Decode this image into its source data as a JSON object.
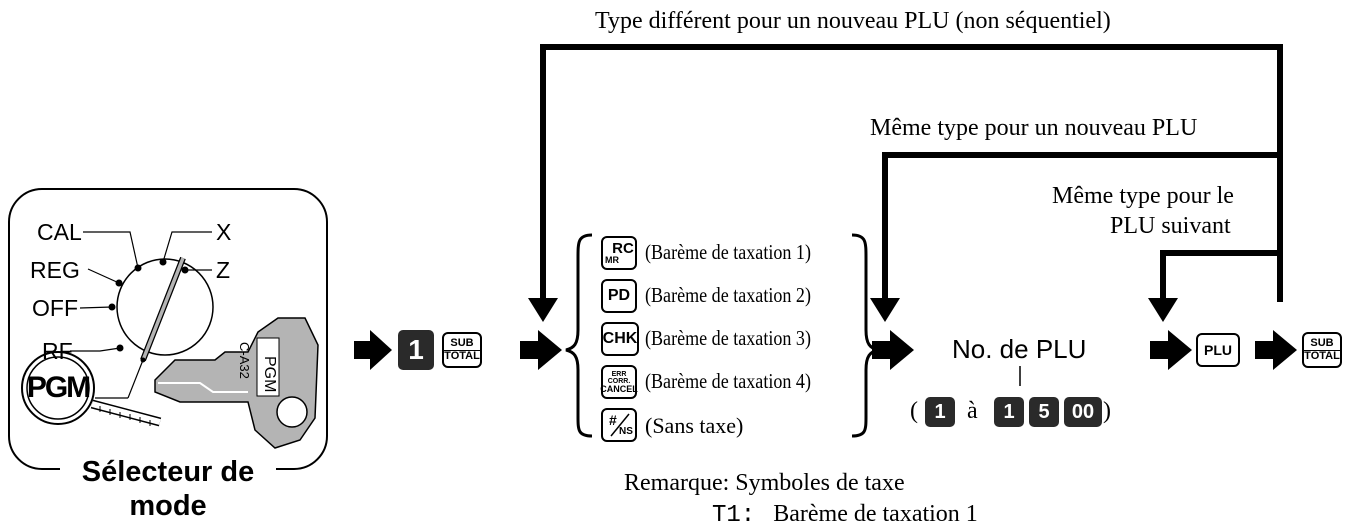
{
  "flow": {
    "label_top": "Type différent pour un nouveau PLU (non séquentiel)",
    "label_middle": "Même type pour un nouveau PLU",
    "label_lower_1": "Même type pour le",
    "label_lower_2": "PLU suivant"
  },
  "mode_switch": {
    "positions": {
      "cal": "CAL",
      "x": "X",
      "reg": "REG",
      "z": "Z",
      "off": "OFF",
      "rf": "RF"
    },
    "pgm_badge": "PGM",
    "key_tag": "PGM",
    "key_code": "C-A32",
    "caption_line1": "Sélecteur de",
    "caption_line2": "mode"
  },
  "step1": {
    "digit": "1",
    "subtotal_top": "SUB",
    "subtotal_bottom": "TOTAL"
  },
  "tax_options": [
    {
      "key_main": "RC",
      "key_sub": "MR",
      "text": "(Barème de taxation 1)"
    },
    {
      "key_main": "PD",
      "text": "(Barème de taxation 2)"
    },
    {
      "key_main": "CHK",
      "text": "(Barème de taxation 3)"
    },
    {
      "key_top": "ERR CORR.",
      "key_bottom": "CANCEL",
      "text": "(Barème de taxation 4)"
    },
    {
      "key_main": "#",
      "key_sub": "NS",
      "text": "(Sans taxe)"
    }
  ],
  "plu_no": {
    "label": "No. de PLU",
    "range_open": "(",
    "range_from": "1",
    "range_word": "à",
    "range_to": [
      "1",
      "5",
      "00"
    ],
    "range_close": ")"
  },
  "plu_key": "PLU",
  "final_subtotal": {
    "top": "SUB",
    "bottom": "TOTAL"
  },
  "remark": {
    "title": "Remarque: Symboles de taxe",
    "line1_code": "T1:",
    "line1_text": "Barème de taxation 1"
  },
  "colors": {
    "ink": "#000000",
    "key_fill": "#2a2a2a",
    "key_body": "#b4b4b4"
  }
}
